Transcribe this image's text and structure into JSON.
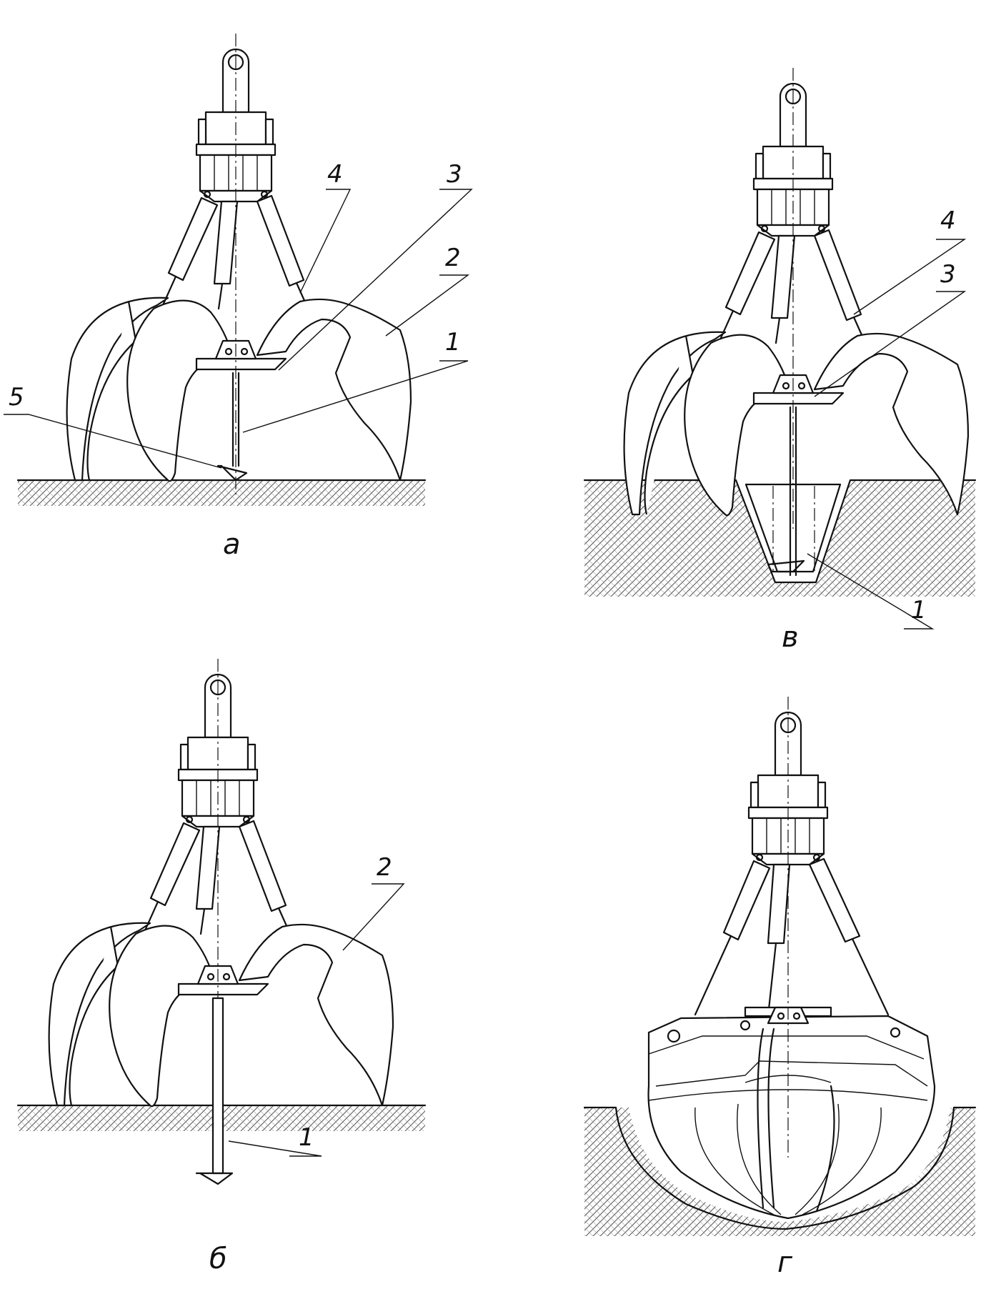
{
  "panels": [
    {
      "id": "a",
      "caption": "а",
      "callouts": [
        "1",
        "2",
        "3",
        "4",
        "5"
      ]
    },
    {
      "id": "b",
      "caption": "б",
      "callouts": [
        "1",
        "2"
      ]
    },
    {
      "id": "v",
      "caption": "в",
      "callouts": [
        "1",
        "3",
        "4"
      ]
    },
    {
      "id": "g",
      "caption": "г",
      "callouts": []
    }
  ],
  "colors": {
    "line": "#111111",
    "background": "#ffffff"
  }
}
